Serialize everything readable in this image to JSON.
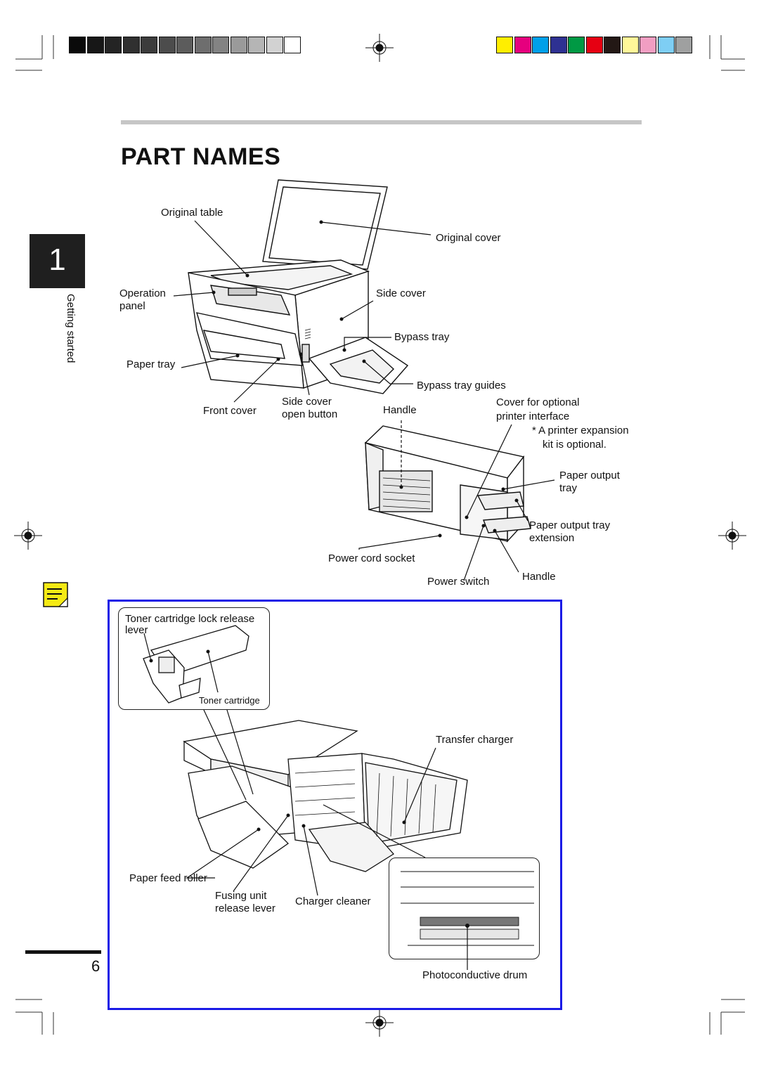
{
  "page": {
    "title": "PART NAMES",
    "chapter_number": "1",
    "chapter_label": "Getting started",
    "page_number": "6"
  },
  "colors": {
    "gray_swatches": [
      "#0a0a0a",
      "#171717",
      "#242424",
      "#303030",
      "#3c3c3c",
      "#4c4c4c",
      "#5c5c5c",
      "#6e6e6e",
      "#838383",
      "#9a9a9a",
      "#b5b5b5",
      "#d2d2d2",
      "#ffffff"
    ],
    "color_swatches": [
      "#ffee00",
      "#e6007e",
      "#00a0e9",
      "#2e3192",
      "#009944",
      "#e60012",
      "#231815",
      "#fff799",
      "#f19ec2",
      "#7ecef4",
      "#9fa0a0"
    ],
    "note_border": "#1a1ae6",
    "note_icon": "#f5ea14"
  },
  "labels": {
    "original_table": "Original table",
    "original_cover": "Original cover",
    "operation_panel_1": "Operation",
    "operation_panel_2": "panel",
    "side_cover": "Side cover",
    "bypass_tray": "Bypass tray",
    "paper_tray": "Paper tray",
    "bypass_tray_guides": "Bypass tray guides",
    "front_cover": "Front cover",
    "side_cover_open_button_1": "Side cover",
    "side_cover_open_button_2": "open button",
    "handle_top": "Handle",
    "cover_optional_1": "Cover for optional",
    "cover_optional_2": "printer interface",
    "printer_kit_note_1": "*  A printer expansion",
    "printer_kit_note_2": "kit is optional.",
    "paper_output_tray_1": "Paper output",
    "paper_output_tray_2": "tray",
    "paper_output_ext_1": "Paper output tray",
    "paper_output_ext_2": "extension",
    "power_cord_socket": "Power cord socket",
    "power_switch": "Power switch",
    "handle_bottom": "Handle"
  },
  "inset": {
    "toner_lock_1": "Toner cartridge lock release",
    "toner_lock_2": "lever",
    "toner_cartridge": "Toner cartridge",
    "transfer_charger": "Transfer charger",
    "paper_feed_roller": "Paper feed roller",
    "fusing_unit_1": "Fusing unit",
    "fusing_unit_2": "release lever",
    "charger_cleaner": "Charger cleaner",
    "photoconductive_drum": "Photoconductive drum"
  }
}
